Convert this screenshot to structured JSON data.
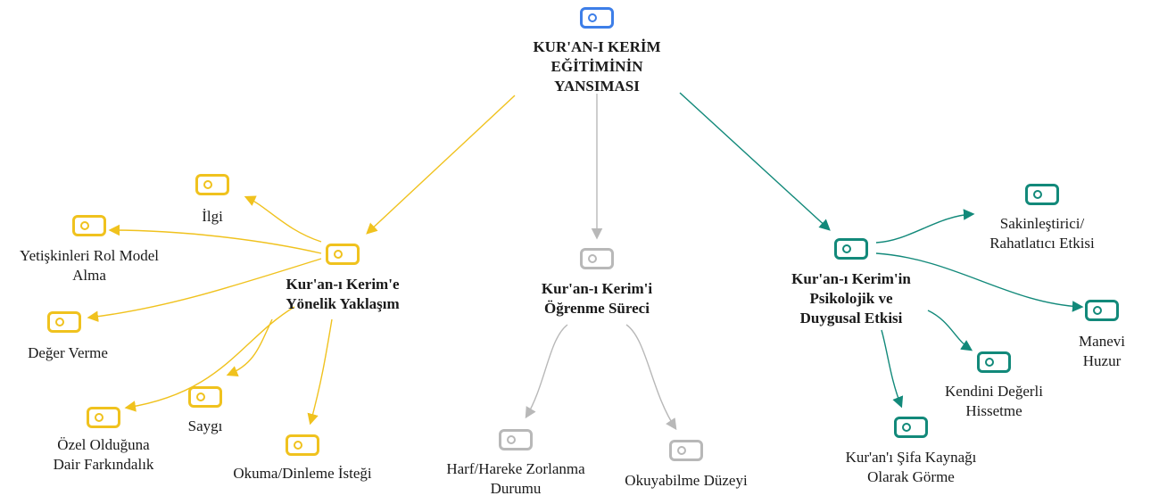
{
  "colors": {
    "root": "#3d7ee8",
    "approach": "#f0c21e",
    "learning": "#b8b8b8",
    "effect": "#12897a"
  },
  "root": {
    "lines": [
      "KUR'AN-I KERİM",
      "EĞİTİMİNİN",
      "YANSIMASI"
    ],
    "icon": "tag-icon"
  },
  "branches": [
    {
      "id": "approach",
      "lines": [
        "Kur'an-ı Kerim'e",
        "Yönelik Yaklaşım"
      ],
      "children": [
        {
          "lines": [
            "İlgi"
          ]
        },
        {
          "lines": [
            "Yetişkinleri Rol Model",
            "Alma"
          ]
        },
        {
          "lines": [
            "Değer Verme"
          ]
        },
        {
          "lines": [
            "Özel Olduğuna",
            "Dair Farkındalık"
          ]
        },
        {
          "lines": [
            "Saygı"
          ]
        },
        {
          "lines": [
            "Okuma/Dinleme İsteği"
          ]
        }
      ]
    },
    {
      "id": "learning",
      "lines": [
        "Kur'an-ı Kerim'i",
        "Öğrenme Süreci"
      ],
      "children": [
        {
          "lines": [
            "Harf/Hareke Zorlanma",
            "Durumu"
          ]
        },
        {
          "lines": [
            "Okuyabilme Düzeyi"
          ]
        }
      ]
    },
    {
      "id": "effect",
      "lines": [
        "Kur'an-ı Kerim'in",
        "Psikolojik ve",
        "Duygusal Etkisi"
      ],
      "children": [
        {
          "lines": [
            "Sakinleştirici/",
            "Rahatlatıcı Etkisi"
          ]
        },
        {
          "lines": [
            "Manevi",
            "Huzur"
          ]
        },
        {
          "lines": [
            "Kendini Değerli",
            "Hissetme"
          ]
        },
        {
          "lines": [
            "Kur'an'ı Şifa Kaynağı",
            "Olarak Görme"
          ]
        }
      ]
    }
  ]
}
